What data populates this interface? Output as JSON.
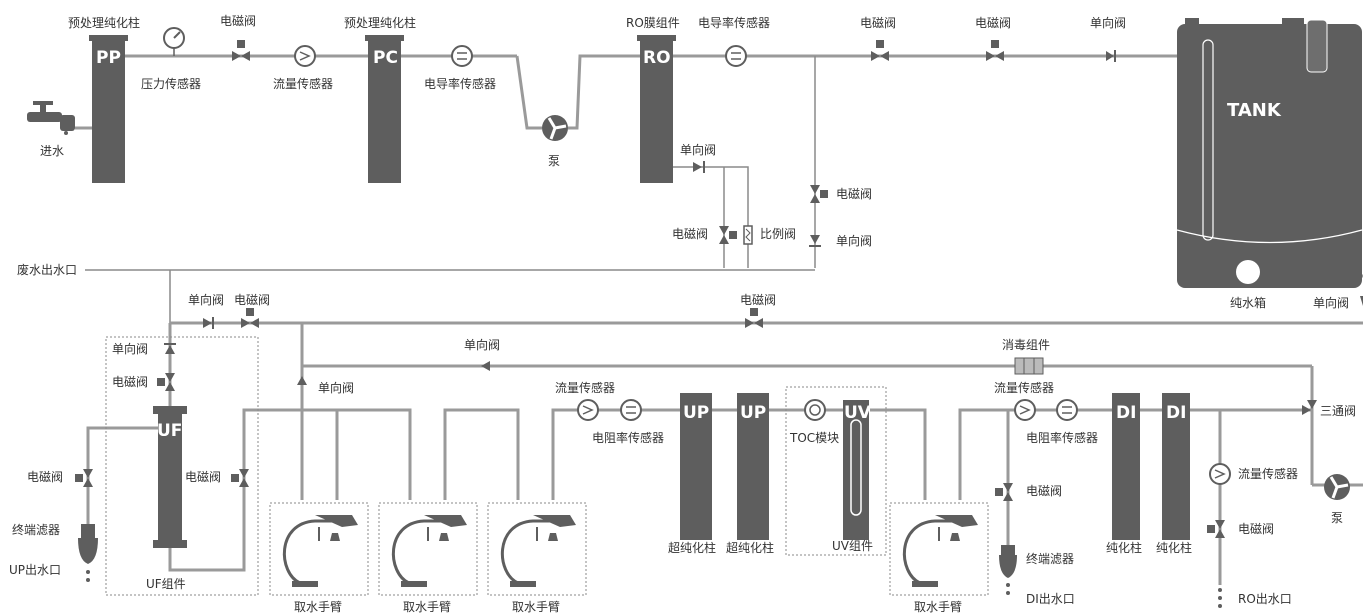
{
  "labels": {
    "pp_top": "预处理纯化柱",
    "pp_badge": "PP",
    "pressure_sensor": "压力传感器",
    "solenoid_1": "电磁阀",
    "flow_sensor_1": "流量传感器",
    "pc_top": "预处理纯化柱",
    "pc_badge": "PC",
    "cond_sensor_1": "电导率传感器",
    "pump_1": "泵",
    "ro_top": "RO膜组件",
    "ro_badge": "RO",
    "cond_sensor_2": "电导率传感器",
    "solenoid_2": "电磁阀",
    "solenoid_3": "电磁阀",
    "check_valve_top": "单向阀",
    "tank_title": "TANK",
    "tank_label": "纯水箱",
    "inlet": "进水",
    "check_valve_ro": "单向阀",
    "solenoid_ro_right": "电磁阀",
    "solenoid_ro_left": "电磁阀",
    "ratio_valve": "比例阀",
    "check_valve_ro2": "单向阀",
    "waste_outlet": "废水出水口",
    "check_valve_tank": "单向阀",
    "check_valve_uf_in": "单向阀",
    "solenoid_uf_in": "电磁阀",
    "solenoid_mid": "电磁阀",
    "check_valve_uf_a": "单向阀",
    "solenoid_uf_a": "电磁阀",
    "check_valve_return": "单向阀",
    "disinfect": "消毒组件",
    "check_valve_drop": "单向阀",
    "uf_badge": "UF",
    "uf_label": "UF组件",
    "solenoid_uf_side": "电磁阀",
    "solenoid_up_out": "电磁阀",
    "terminal_filter_up": "终端滤器",
    "up_outlet": "UP出水口",
    "arm_1": "取水手臂",
    "arm_2": "取水手臂",
    "arm_3": "取水手臂",
    "arm_4": "取水手臂",
    "flow_sensor_up": "流量传感器",
    "resist_sensor_up": "电阻率传感器",
    "up_badge_1": "UP",
    "up_badge_2": "UP",
    "up_col_1": "超纯化柱",
    "up_col_2": "超纯化柱",
    "toc": "TOC模块",
    "uv_badge": "UV",
    "uv_label": "UV组件",
    "flow_sensor_di": "流量传感器",
    "resist_sensor_di": "电阻率传感器",
    "di_badge_1": "DI",
    "di_badge_2": "DI",
    "di_col_1": "纯化柱",
    "di_col_2": "纯化柱",
    "three_way": "三通阀",
    "flow_sensor_ro": "流量传感器",
    "solenoid_ro_out": "电磁阀",
    "ro_outlet": "RO出水口",
    "solenoid_di": "电磁阀",
    "terminal_filter_di": "终端滤器",
    "di_outlet": "DI出水口",
    "pump_2": "泵"
  },
  "colors": {
    "device": "#5e5e5e",
    "pipe": "#9a9a9a",
    "text": "#333333",
    "background": "#ffffff"
  }
}
